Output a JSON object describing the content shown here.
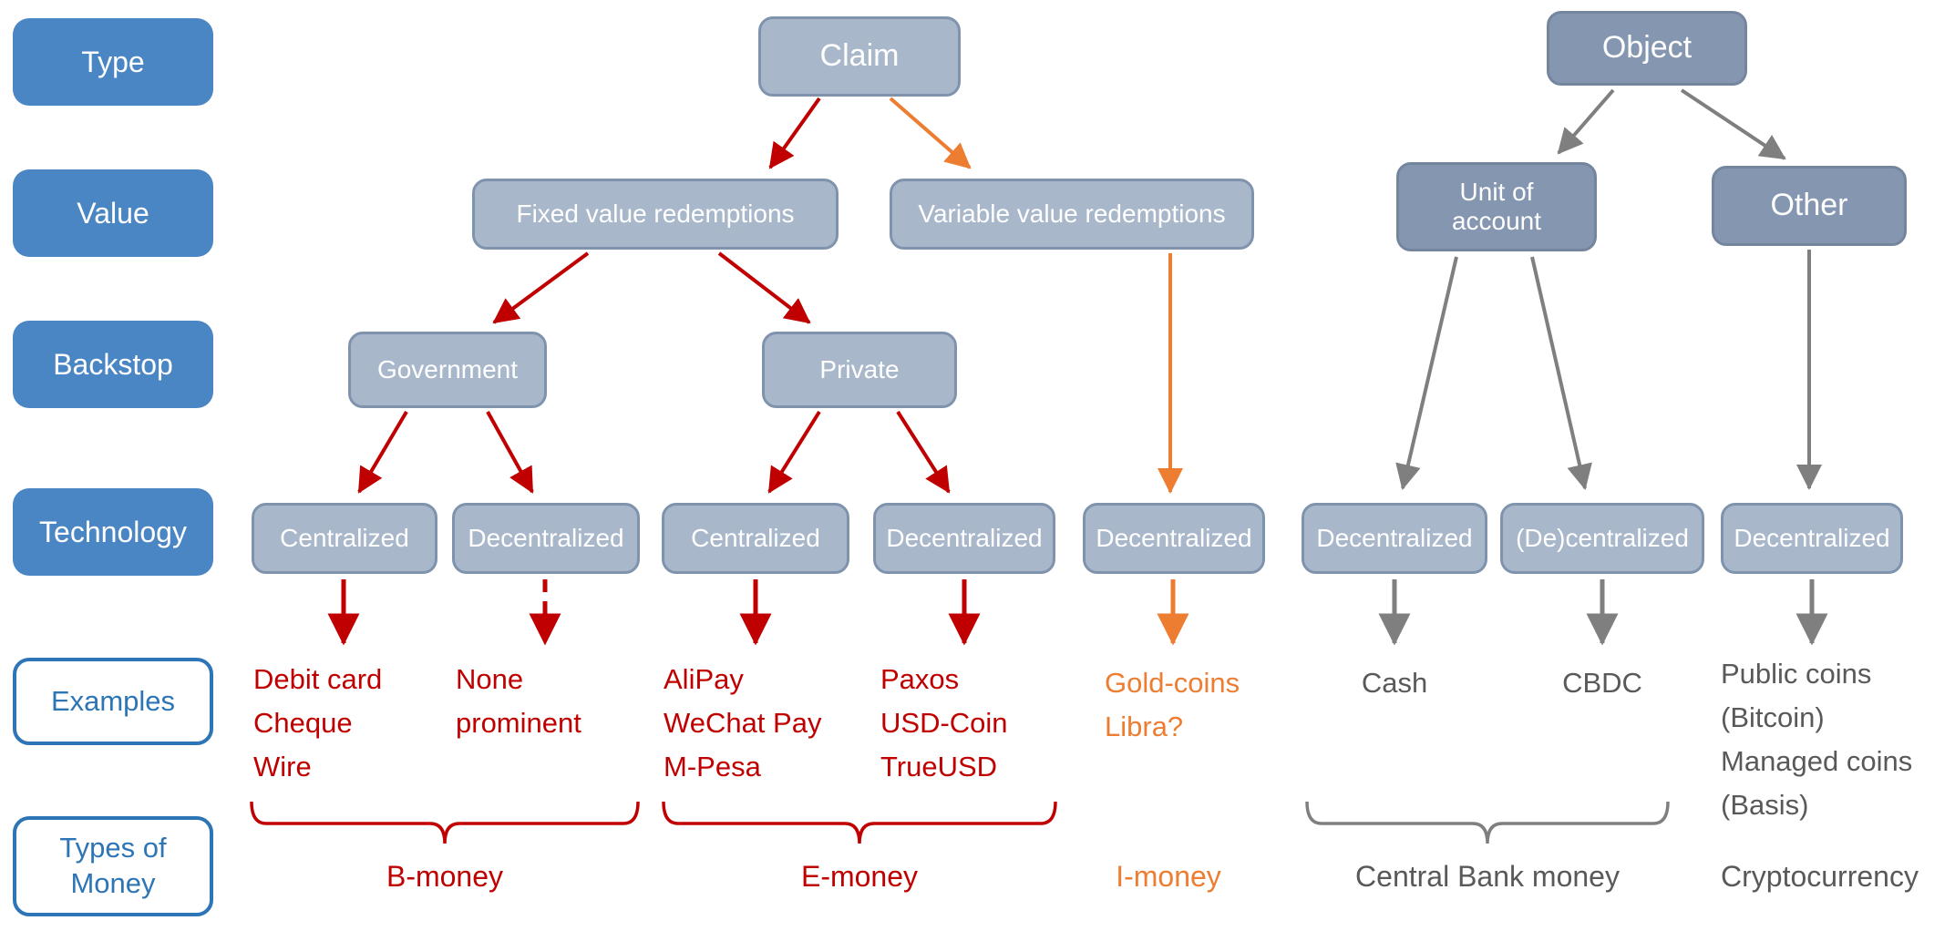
{
  "colors": {
    "blue": "#4a86c4",
    "blue_outline": "#2e75b6",
    "light_fill": "#a9b7cb",
    "light_border": "#8093ad",
    "dark_fill": "#8496b0",
    "dark_border": "#74869e",
    "red": "#c00000",
    "orange": "#ed7d31",
    "gray_text": "#595959",
    "gray_arrow": "#7f7f7f"
  },
  "row_labels": {
    "type": "Type",
    "value": "Value",
    "backstop": "Backstop",
    "technology": "Technology",
    "examples": "Examples",
    "types_of_money": "Types of Money"
  },
  "nodes": {
    "claim": "Claim",
    "object": "Object",
    "fixed": "Fixed value redemptions",
    "variable": "Variable value redemptions",
    "unit_of_account": "Unit of account",
    "other": "Other",
    "government": "Government",
    "private": "Private",
    "tech": [
      "Centralized",
      "Decentralized",
      "Centralized",
      "Decentralized",
      "Decentralized",
      "Decentralized",
      "(De)centralized",
      "Decentralized"
    ]
  },
  "examples": {
    "debit": [
      "Debit card",
      "Cheque",
      "Wire"
    ],
    "none": [
      "None",
      "prominent"
    ],
    "alipay": [
      "AliPay",
      "WeChat Pay",
      "M-Pesa"
    ],
    "paxos": [
      "Paxos",
      "USD-Coin",
      "TrueUSD"
    ],
    "gold": [
      "Gold-coins",
      "Libra?"
    ],
    "cash": "Cash",
    "cbdc": "CBDC",
    "public": [
      "Public coins",
      "(Bitcoin)",
      "Managed coins",
      "(Basis)"
    ]
  },
  "money_types": {
    "b": "B-money",
    "e": "E-money",
    "i": "I-money",
    "central_bank": "Central Bank money",
    "crypto": "Cryptocurrency"
  }
}
